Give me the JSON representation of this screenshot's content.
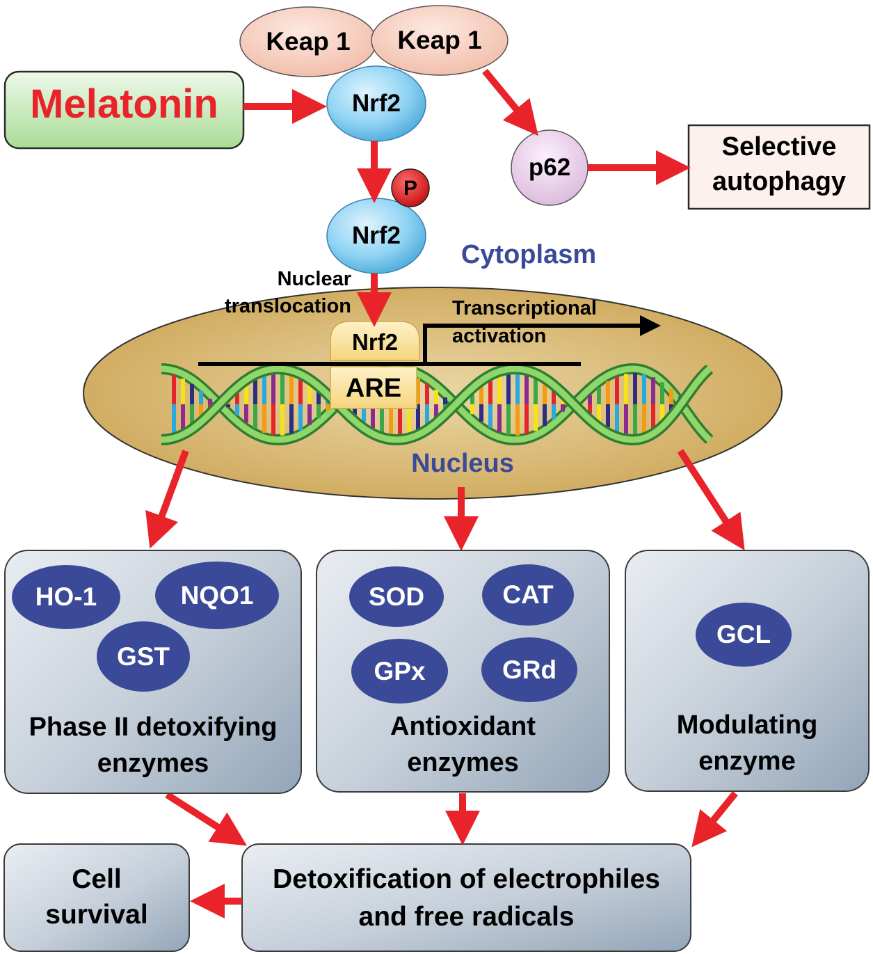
{
  "melatonin": "Melatonin",
  "keap1_left": "Keap 1",
  "keap1_right": "Keap 1",
  "nrf2_top": "Nrf2",
  "nrf2_phospho": "Nrf2",
  "phospho_label": "P",
  "p62": "p62",
  "selective_autophagy": [
    "Selective",
    "autophagy"
  ],
  "cytoplasm": "Cytoplasm",
  "nuclear_translocation": [
    "Nuclear",
    "translocation"
  ],
  "nrf2_bound": "Nrf2",
  "are": "ARE",
  "transcriptional_activation": [
    "Transcriptional",
    "activation"
  ],
  "nucleus": "Nucleus",
  "groups": [
    {
      "title": [
        "Phase II detoxifying",
        "enzymes"
      ],
      "enzymes": [
        "HO-1",
        "NQO1",
        "GST"
      ]
    },
    {
      "title": [
        "Antioxidant",
        "enzymes"
      ],
      "enzymes": [
        "SOD",
        "CAT",
        "GPx",
        "GRd"
      ]
    },
    {
      "title": [
        "Modulating",
        "enzyme"
      ],
      "enzymes": [
        "GCL"
      ]
    }
  ],
  "detoxification": [
    "Detoxification of electrophiles",
    "and free radicals"
  ],
  "cell_survival": [
    "Cell",
    "survival"
  ],
  "colors": {
    "arrow": "#e8232a",
    "melatonin_text": "#e8232a",
    "nucleus_text": "#3b4a98",
    "enzyme_ellipse": "#3b4a98",
    "nrf2_blue": "#8fd3f4",
    "keap_pink": "#f6cdbd",
    "nucleus_fill": "#d9b96f"
  }
}
